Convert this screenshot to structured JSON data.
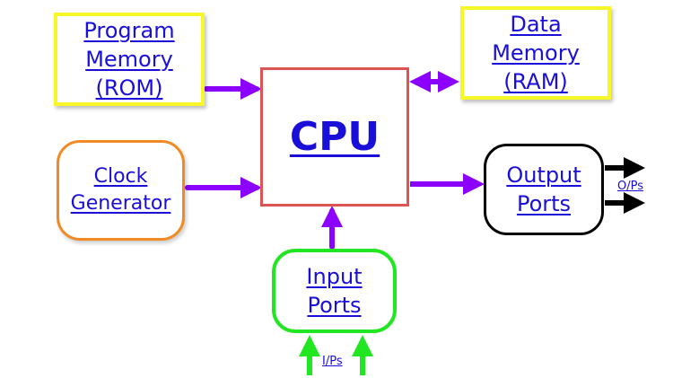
{
  "diagram": {
    "title": "Microcontroller block diagram",
    "colors": {
      "link_text": "#1a0fd8",
      "cpu_border": "#dc5454",
      "memory_border": "#f7f727",
      "clock_border": "#f08a24",
      "output_border": "#000000",
      "input_border": "#22e622",
      "bus_arrow": "#8b00ff",
      "io_out_arrow": "#000000",
      "io_in_arrow": "#22e622"
    },
    "blocks": {
      "program_memory": {
        "line1": "Program",
        "line2": "Memory",
        "line3": "(ROM)"
      },
      "data_memory": {
        "line1": "Data",
        "line2": "Memory",
        "line3": "(RAM)"
      },
      "cpu": {
        "label": "CPU"
      },
      "clock_generator": {
        "line1": "Clock",
        "line2": "Generator"
      },
      "output_ports": {
        "line1": "Output",
        "line2": "Ports"
      },
      "input_ports": {
        "line1": "Input",
        "line2": "Ports"
      }
    },
    "io_labels": {
      "outputs": "O/Ps",
      "inputs": "I/Ps"
    },
    "connections": [
      {
        "from": "program_memory",
        "to": "cpu",
        "direction": "one-way"
      },
      {
        "from": "cpu",
        "to": "data_memory",
        "direction": "two-way"
      },
      {
        "from": "clock_generator",
        "to": "cpu",
        "direction": "one-way"
      },
      {
        "from": "cpu",
        "to": "output_ports",
        "direction": "one-way"
      },
      {
        "from": "input_ports",
        "to": "cpu",
        "direction": "one-way"
      }
    ]
  }
}
